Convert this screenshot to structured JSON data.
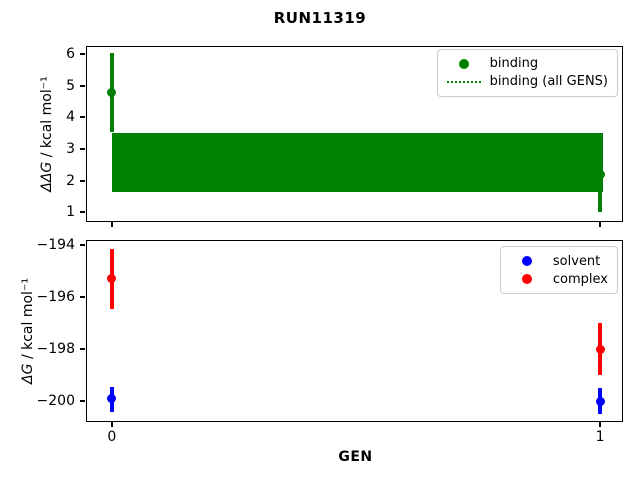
{
  "figure": {
    "title": "RUN11319",
    "background": "#ffffff",
    "axes_color": "#000000"
  },
  "chart_data": [
    {
      "type": "scatter",
      "subplot": "top",
      "title": "",
      "xlabel": "",
      "ylabel_math": "ΔΔG",
      "ylabel_rest": " / kcal mol⁻¹",
      "xlim": [
        -0.051,
        1.045
      ],
      "ylim": [
        0.735,
        6.237
      ],
      "yticks": [
        6,
        5,
        4,
        3,
        2,
        1
      ],
      "ytick_labels": [
        "6",
        "5",
        "4",
        "3",
        "2",
        "1"
      ],
      "xticks": [
        0,
        1
      ],
      "xtick_labels": [],
      "grid": false,
      "legend_position": "upper right",
      "series": [
        {
          "name": "binding",
          "color": "#008000",
          "marker": "circle",
          "x": [
            0,
            1
          ],
          "y": [
            4.8,
            2.2
          ],
          "yerr_low": [
            3.55,
            1.0
          ],
          "yerr_high": [
            6.05,
            3.4
          ]
        }
      ],
      "band": {
        "name": "binding (all GENS)",
        "color": "#008000",
        "x_start": 0,
        "x_end": 1,
        "y_low": 1.65,
        "y_high": 3.5
      },
      "legend": [
        {
          "label": "binding",
          "type": "dot",
          "color": "#008000"
        },
        {
          "label": "binding (all GENS)",
          "type": "dotted-line",
          "color": "#008000"
        }
      ]
    },
    {
      "type": "scatter",
      "subplot": "bottom",
      "title": "",
      "xlabel": "GEN",
      "ylabel_math": "ΔG",
      "ylabel_rest": " / kcal mol⁻¹",
      "xlim": [
        -0.051,
        1.045
      ],
      "ylim": [
        -200.77,
        -193.85
      ],
      "yticks": [
        -194,
        -196,
        -198,
        -200
      ],
      "ytick_labels": [
        "−194",
        "−196",
        "−198",
        "−200"
      ],
      "xticks": [
        0,
        1
      ],
      "xtick_labels": [
        "0",
        "1"
      ],
      "grid": false,
      "legend_position": "upper right",
      "series": [
        {
          "name": "solvent",
          "color": "#0000ff",
          "marker": "circle",
          "x": [
            0,
            1
          ],
          "y": [
            -199.9,
            -200.0
          ],
          "yerr_low": [
            -200.4,
            -200.5
          ],
          "yerr_high": [
            -199.45,
            -199.5
          ]
        },
        {
          "name": "complex",
          "color": "#ff0000",
          "marker": "circle",
          "x": [
            0,
            1
          ],
          "y": [
            -195.3,
            -198.0
          ],
          "yerr_low": [
            -196.45,
            -199.0
          ],
          "yerr_high": [
            -194.15,
            -197.0
          ]
        }
      ],
      "legend": [
        {
          "label": "solvent",
          "type": "dot",
          "color": "#0000ff"
        },
        {
          "label": "complex",
          "type": "dot",
          "color": "#ff0000"
        }
      ]
    }
  ]
}
